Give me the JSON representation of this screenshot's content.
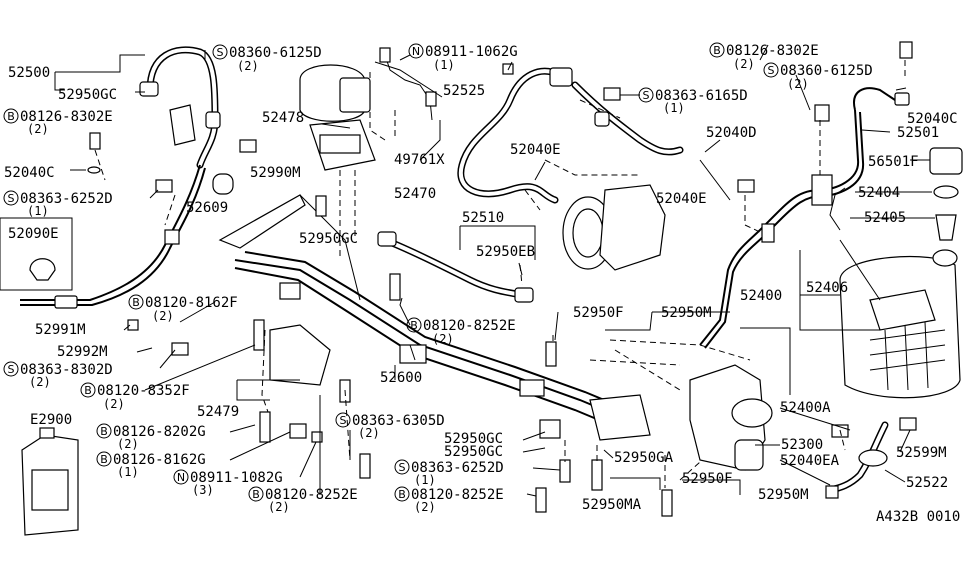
{
  "diagram": {
    "ref_code": "A432B 0010",
    "labels": [
      {
        "id": "l52500",
        "text": "52500"
      },
      {
        "id": "l52950gc_a",
        "text": "52950GC"
      },
      {
        "id": "l08126_8302e_a",
        "prefix": "B",
        "text": "08126-8302E",
        "qty": "(2)"
      },
      {
        "id": "l52040c_a",
        "text": "52040C"
      },
      {
        "id": "l08363_6252d_a",
        "prefix": "S",
        "text": "08363-6252D",
        "qty": "(1)"
      },
      {
        "id": "l52090e",
        "text": "52090E"
      },
      {
        "id": "l08360_6125d_a",
        "prefix": "S",
        "text": "08360-6125D",
        "qty": "(2)"
      },
      {
        "id": "l52478",
        "text": "52478"
      },
      {
        "id": "l52990m",
        "text": "52990M"
      },
      {
        "id": "l52609",
        "text": "52609"
      },
      {
        "id": "l08911_1062g_a",
        "prefix": "N",
        "text": "08911-1062G",
        "qty": "(1)"
      },
      {
        "id": "l52525",
        "text": "52525"
      },
      {
        "id": "l49761x",
        "text": "49761X"
      },
      {
        "id": "l52470",
        "text": "52470"
      },
      {
        "id": "l52040e_a",
        "text": "52040E"
      },
      {
        "id": "l08363_6165d",
        "prefix": "S",
        "text": "08363-6165D",
        "qty": "(1)"
      },
      {
        "id": "l52040d",
        "text": "52040D"
      },
      {
        "id": "l52040e_b",
        "text": "52040E"
      },
      {
        "id": "l08126_8302e_b",
        "prefix": "B",
        "text": "08126-8302E",
        "qty": "(2)"
      },
      {
        "id": "l08360_6125d_b",
        "prefix": "S",
        "text": "08360-6125D",
        "qty": "(2)"
      },
      {
        "id": "l52040c_b",
        "text": "52040C"
      },
      {
        "id": "l52501",
        "text": "52501"
      },
      {
        "id": "l56501f",
        "text": "56501F"
      },
      {
        "id": "l52404",
        "text": "52404"
      },
      {
        "id": "l52405",
        "text": "52405"
      },
      {
        "id": "l52406",
        "text": "52406"
      },
      {
        "id": "l52400",
        "text": "52400"
      },
      {
        "id": "l52510",
        "text": "52510"
      },
      {
        "id": "l52950gc_b",
        "text": "52950GC"
      },
      {
        "id": "l52950eb",
        "text": "52950EB"
      },
      {
        "id": "l52950f_a",
        "text": "52950F"
      },
      {
        "id": "l52950m_a",
        "text": "52950M"
      },
      {
        "id": "l08120_8162f",
        "prefix": "B",
        "text": "08120-8162F",
        "qty": "(2)"
      },
      {
        "id": "l52991m",
        "text": "52991M"
      },
      {
        "id": "l52992m",
        "text": "52992M"
      },
      {
        "id": "l08363_8302d",
        "prefix": "S",
        "text": "08363-8302D",
        "qty": "(2)"
      },
      {
        "id": "l08120_8352f",
        "prefix": "B",
        "text": "08120-8352F",
        "qty": "(2)"
      },
      {
        "id": "l08120_8252e_a",
        "prefix": "B",
        "text": "08120-8252E",
        "qty": "(2)"
      },
      {
        "id": "l52479",
        "text": "52479"
      },
      {
        "id": "l52600",
        "text": "52600"
      },
      {
        "id": "l08126_8202g",
        "prefix": "B",
        "text": "08126-8202G",
        "qty": "(2)"
      },
      {
        "id": "l08126_8162g",
        "prefix": "B",
        "text": "08126-8162G",
        "qty": "(1)"
      },
      {
        "id": "l08911_1082g",
        "prefix": "N",
        "text": "08911-1082G",
        "qty": "(3)"
      },
      {
        "id": "l08120_8252e_b",
        "prefix": "B",
        "text": "08120-8252E",
        "qty": "(2)"
      },
      {
        "id": "l08363_6305d",
        "prefix": "S",
        "text": "08363-6305D",
        "qty": "(2)"
      },
      {
        "id": "l52950gc_c",
        "text": "52950GC"
      },
      {
        "id": "l52950gc_d",
        "text": "52950GC"
      },
      {
        "id": "l08363_6252d_b",
        "prefix": "S",
        "text": "08363-6252D",
        "qty": "(1)"
      },
      {
        "id": "l08120_8252e_c",
        "prefix": "B",
        "text": "08120-8252E",
        "qty": "(2)"
      },
      {
        "id": "l52950ga",
        "text": "52950GA"
      },
      {
        "id": "l52950f_b",
        "text": "52950F"
      },
      {
        "id": "l52950ma",
        "text": "52950MA"
      },
      {
        "id": "l52950m_b",
        "text": "52950M"
      },
      {
        "id": "l52300",
        "text": "52300"
      },
      {
        "id": "l52400a",
        "text": "52400A"
      },
      {
        "id": "l52040ea",
        "text": "52040EA"
      },
      {
        "id": "l52599m",
        "text": "52599M"
      },
      {
        "id": "l52522",
        "text": "52522"
      },
      {
        "id": "le2900",
        "text": "E2900"
      }
    ]
  }
}
